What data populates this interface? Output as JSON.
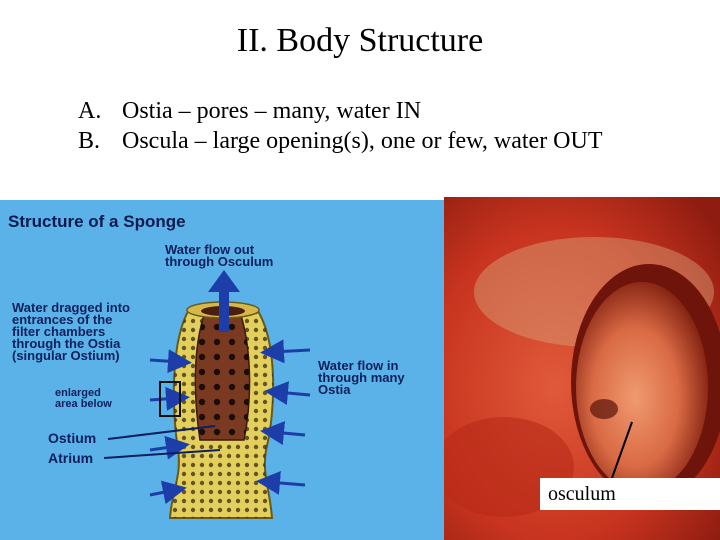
{
  "slide": {
    "title": "II. Body Structure",
    "bullets": [
      {
        "marker": "A.",
        "text": "Ostia – pores – many, water IN"
      },
      {
        "marker": "B.",
        "text": "Oscula – large opening(s), one or few, water OUT"
      }
    ]
  },
  "diagram": {
    "title": "Structure of a Sponge",
    "labels": {
      "water_out": "Water flow out\nthrough Osculum",
      "water_dragged": "Water dragged into\nentrances of the\nfilter chambers\nthrough the Ostia\n(singular Ostium)",
      "water_in": "Water flow in\nthrough many\nOstia",
      "enlarged": "enlarged\narea below",
      "ostium": "Ostium",
      "atrium": "Atrium"
    }
  },
  "photo": {
    "callout": "osculum"
  },
  "colors": {
    "diagram_bg": "#5ab2e8",
    "sponge_body": "#e2cf5c",
    "atrium": "#7a3a22",
    "arrow": "#1d3ea8",
    "photo_red": "#c8341f"
  }
}
